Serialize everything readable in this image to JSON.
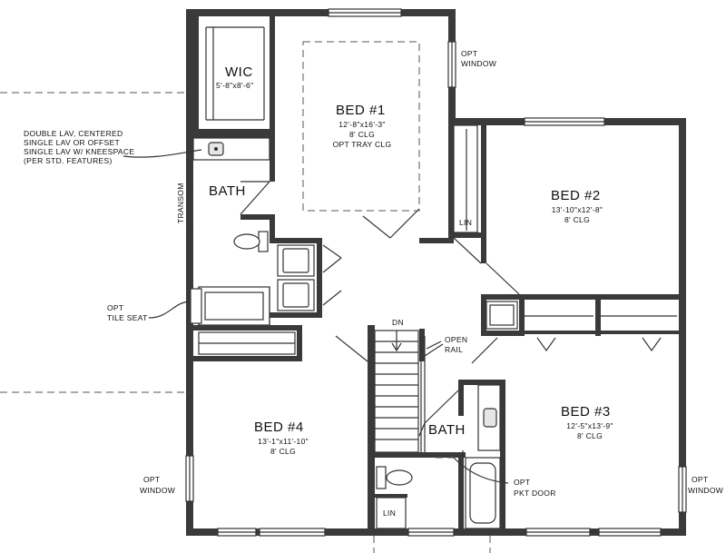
{
  "rooms": {
    "bed1": {
      "name": "BED #1",
      "size": "12'-8\"x16'-3\"",
      "ceiling": "8' CLG",
      "extra": "OPT TRAY CLG"
    },
    "bed2": {
      "name": "BED #2",
      "size": "13'-10\"x12'-8\"",
      "ceiling": "8' CLG"
    },
    "bed3": {
      "name": "BED #3",
      "size": "12'-5\"x13'-9\"",
      "ceiling": "8' CLG"
    },
    "bed4": {
      "name": "BED #4",
      "size": "13'-1\"x11'-10\"",
      "ceiling": "8' CLG"
    },
    "wic": {
      "name": "WIC",
      "size": "5'-8\"x8'-6\""
    },
    "bath_upper": {
      "name": "BATH"
    },
    "bath_lower": {
      "name": "BATH"
    },
    "lin_upper": {
      "name": "LIN"
    },
    "lin_lower": {
      "name": "LIN"
    }
  },
  "notes": {
    "lav": [
      "DOUBLE LAV, CENTERED",
      "SINGLE LAV OR OFFSET",
      "SINGLE LAV W/ KNEESPACE",
      "(PER STD. FEATURES)"
    ],
    "transom": "TRANSOM",
    "tile_seat": [
      "OPT",
      "TILE SEAT"
    ],
    "opt_window_top": [
      "OPT",
      "WINDOW"
    ],
    "opt_window_left": [
      "OPT",
      "WINDOW"
    ],
    "opt_window_right": [
      "OPT",
      "WINDOW"
    ],
    "open_rail": [
      "OPEN",
      "RAIL"
    ],
    "dn": "DN",
    "pkt_door": [
      "OPT",
      "PKT DOOR"
    ]
  }
}
